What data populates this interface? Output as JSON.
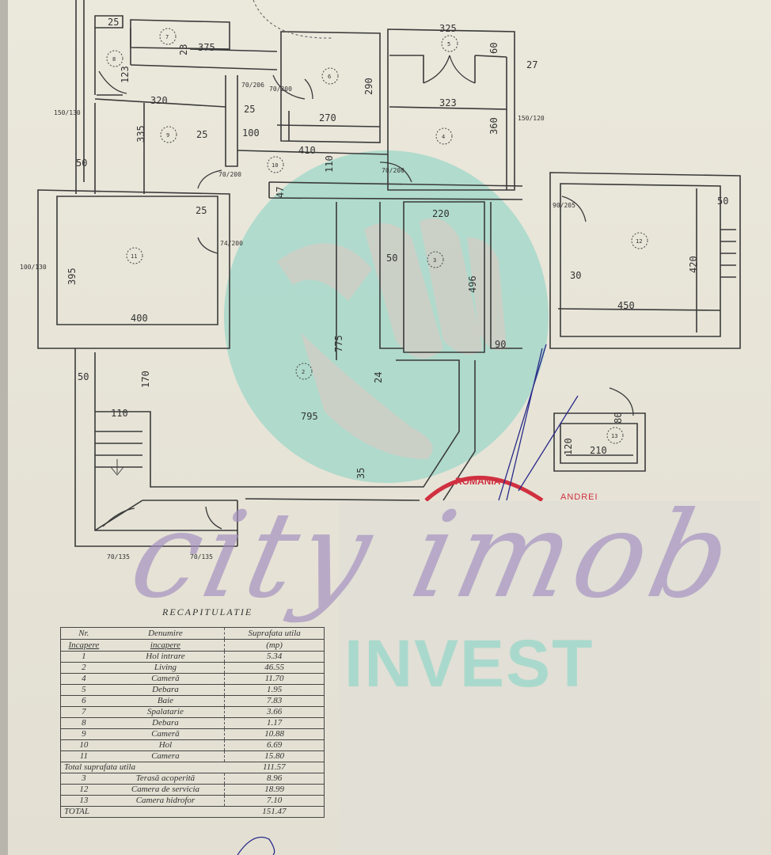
{
  "document": {
    "type": "floor plan",
    "watermark": {
      "script_text": "city imob",
      "block_text": "INVEST"
    },
    "stamp": {
      "text": "ROMANIA",
      "side_text": "ANDREI"
    },
    "colors": {
      "paper": "#e9e6da",
      "lines": "#333333",
      "watermark_purple": "#a08cbe",
      "watermark_teal": "#96d7c8",
      "stamp_red": "#d03040",
      "signature_blue": "#2a2a8a"
    }
  },
  "plan": {
    "rooms": [
      {
        "id": "1",
        "label": "1",
        "name": "Hol intrare"
      },
      {
        "id": "2",
        "label": "2",
        "name": "Living"
      },
      {
        "id": "3",
        "label": "3",
        "name": "Terasa acoperita"
      },
      {
        "id": "4",
        "label": "4",
        "name": "Camera"
      },
      {
        "id": "5",
        "label": "5",
        "name": "Debara"
      },
      {
        "id": "6",
        "label": "6",
        "name": "Baie"
      },
      {
        "id": "7",
        "label": "7",
        "name": "Spalatarie"
      },
      {
        "id": "8",
        "label": "8",
        "name": "Debara"
      },
      {
        "id": "9",
        "label": "9",
        "name": "Camera"
      },
      {
        "id": "10",
        "label": "10",
        "name": "Hol"
      },
      {
        "id": "11",
        "label": "11",
        "name": "Camera"
      },
      {
        "id": "12",
        "label": "12",
        "name": "Camera de servicia"
      },
      {
        "id": "13",
        "label": "13",
        "name": "Camera hidrofor"
      }
    ],
    "dimensions": {
      "d25_top": "25",
      "d123": "123",
      "d23": "23",
      "d375": "375",
      "d320": "320",
      "d335": "335",
      "d25_mid": "25",
      "d25_b": "25",
      "d100": "100",
      "d270": "270",
      "d290": "290",
      "d410": "410",
      "d110": "110",
      "d325": "325",
      "d323": "323",
      "d60": "60",
      "d27": "27",
      "d360": "360",
      "d220": "220",
      "d50_a": "50",
      "d496": "496",
      "d90": "90",
      "d775": "775",
      "d24": "24",
      "d395": "395",
      "d400": "400",
      "d25_c": "25",
      "d50_b": "50",
      "d170": "170",
      "d110_b": "110",
      "d795": "795",
      "d35": "35",
      "d50_c": "50",
      "d30": "30",
      "d450": "450",
      "d420": "420",
      "d50_d": "50",
      "d120": "120",
      "d210": "210",
      "d80": "80",
      "d47": "47"
    },
    "doors": {
      "door70_200": "70/200",
      "door70_206": "70/206",
      "door74_200": "74/200",
      "door90_205": "90/205",
      "win150_130": "150/130",
      "win100_130": "100/130",
      "win70_135": "70/135",
      "win150_120": "150/120",
      "top_win": "100/130"
    }
  },
  "recap": {
    "title": "RECAPITULATIE",
    "headers": {
      "nr": "Nr.",
      "nr2": "Incapere",
      "name": "Denumire",
      "name2": "incapere",
      "area": "Suprafata utila",
      "area2": "(mp)"
    },
    "rows": [
      {
        "nr": "1",
        "name": "Hol intrare",
        "area": "5.34"
      },
      {
        "nr": "2",
        "name": "Living",
        "area": "46.55"
      },
      {
        "nr": "4",
        "name": "Cameră",
        "area": "11.70"
      },
      {
        "nr": "5",
        "name": "Debara",
        "area": "1.95"
      },
      {
        "nr": "6",
        "name": "Baie",
        "area": "7.83"
      },
      {
        "nr": "7",
        "name": "Spalatarie",
        "area": "3.66"
      },
      {
        "nr": "8",
        "name": "Debara",
        "area": "1.17"
      },
      {
        "nr": "9",
        "name": "Cameră",
        "area": "10.88"
      },
      {
        "nr": "10",
        "name": "Hol",
        "area": "6.69"
      },
      {
        "nr": "11",
        "name": "Camera",
        "area": "15.80"
      }
    ],
    "subtotal": {
      "label": "Total suprafata utila",
      "area": "111.57"
    },
    "extra_rows": [
      {
        "nr": "3",
        "name": "Terasă acoperită",
        "area": "8.96"
      },
      {
        "nr": "12",
        "name": "Camera de servicia",
        "area": "18.99"
      },
      {
        "nr": "13",
        "name": "Camera hidrofor",
        "area": "7.10"
      }
    ],
    "total": {
      "label": "TOTAL",
      "area": "151.47"
    }
  }
}
